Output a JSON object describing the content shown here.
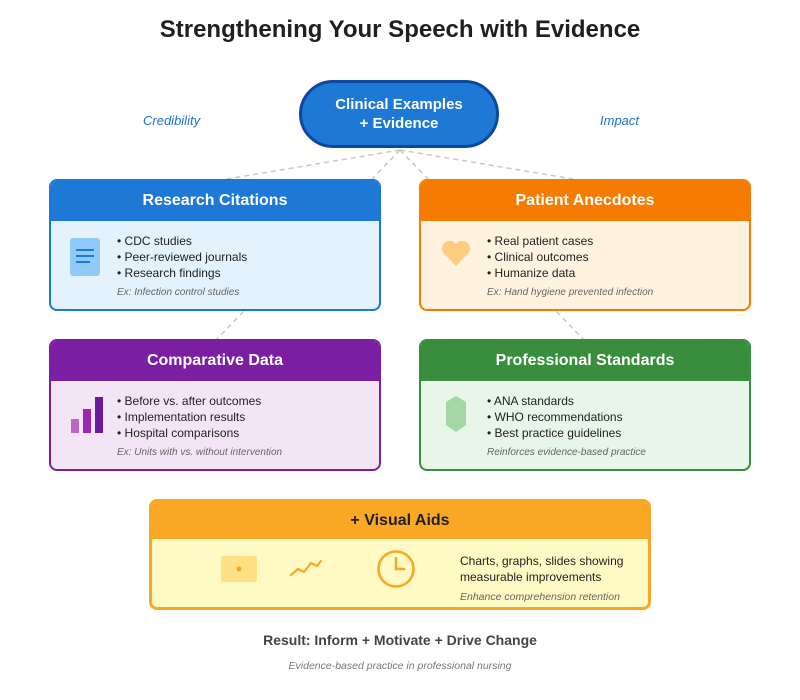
{
  "title": "Strengthening Your Speech with Evidence",
  "center": {
    "line1": "Clinical Examples",
    "line2": "+ Evidence"
  },
  "side_labels": {
    "left": "Credibility",
    "right": "Impact"
  },
  "colors": {
    "blue": "#1e78d6",
    "orange": "#f57c00",
    "purple": "#7b1fa2",
    "green": "#388e3c",
    "gold": "#f9a825"
  },
  "cards": {
    "research": {
      "title": "Research Citations",
      "bullets": [
        "CDC studies",
        "Peer-reviewed journals",
        "Research findings"
      ],
      "note": "Ex: Infection control studies",
      "icon": "document-icon"
    },
    "patient": {
      "title": "Patient Anecdotes",
      "bullets": [
        "Real patient cases",
        "Clinical outcomes",
        "Humanize data"
      ],
      "note": "Ex: Hand hygiene prevented infection",
      "icon": "heart-icon"
    },
    "comparative": {
      "title": "Comparative Data",
      "bullets": [
        "Before vs. after outcomes",
        "Implementation results",
        "Hospital comparisons"
      ],
      "note": "Ex: Units with vs. without intervention",
      "icon": "bar-chart-icon"
    },
    "standards": {
      "title": "Professional Standards",
      "bullets": [
        "ANA standards",
        "WHO recommendations",
        "Best practice guidelines"
      ],
      "note": "Reinforces evidence-based practice",
      "icon": "shield-icon"
    }
  },
  "visual_aids": {
    "title": "+ Visual Aids",
    "text": "Charts, graphs, slides showing measurable improvements",
    "note": "Enhance comprehension retention",
    "icons": [
      "slide-icon",
      "trend-line-icon",
      "clock-icon"
    ]
  },
  "result": "Result: Inform + Motivate + Drive Change",
  "footer": "Evidence-based practice in professional nursing"
}
